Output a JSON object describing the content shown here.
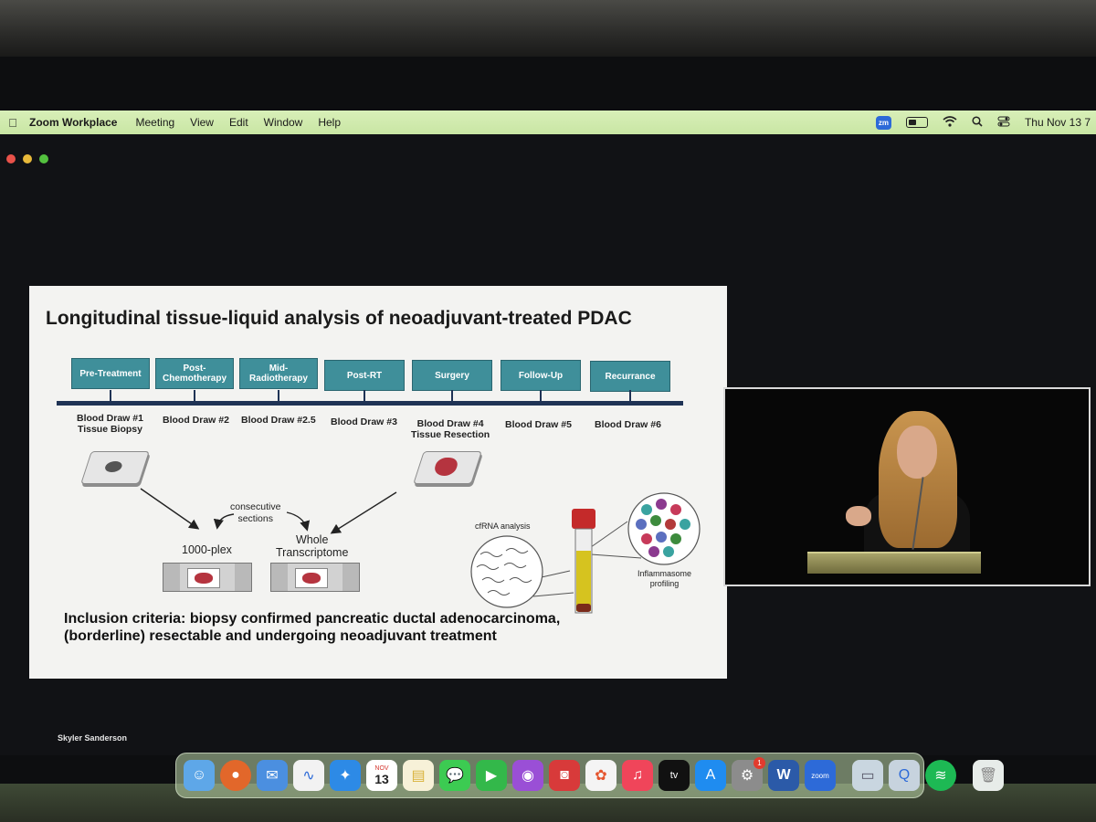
{
  "menubar": {
    "app_name": "Zoom Workplace",
    "items": [
      "Meeting",
      "View",
      "Edit",
      "Window",
      "Help"
    ],
    "clock": "Thu Nov 13  7",
    "zoom_badge": "zm"
  },
  "slide": {
    "title": "Longitudinal tissue-liquid analysis of neoadjuvant-treated PDAC",
    "stages": [
      "Pre-Treatment",
      "Post-\nChemotherapy",
      "Mid-\nRadiotherapy",
      "Post-RT",
      "Surgery",
      "Follow-Up",
      "Recurrance"
    ],
    "draws": [
      "Blood Draw #1\nTissue Biopsy",
      "Blood Draw #2",
      "Blood Draw #2.5",
      "Blood Draw #3",
      "Blood Draw #4\nTissue Resection",
      "Blood Draw #5",
      "Blood Draw #6"
    ],
    "consecutive": "consecutive\nsections",
    "plex": "1000-plex",
    "transcriptome": "Whole\nTranscriptome",
    "cfrna": "cfRNA analysis",
    "inflammasome": "Inflammasome\nprofiling",
    "inclusion": "Inclusion criteria: biopsy confirmed pancreatic ductal adenocarcinoma,\n(borderline) resectable and undergoing neoadjuvant treatment"
  },
  "participant_name": "Skyler Sanderson",
  "dock": {
    "calendar_month": "NOV",
    "calendar_day": "13",
    "system_settings_badge": "1",
    "word_label": "W",
    "zoom_label": "zoom",
    "tv_label": "tv"
  },
  "colors": {
    "menubar": "#cfe9ab",
    "stage_fill": "#3f8f9a",
    "timeline": "#1f3355",
    "tissue": "#b5343f"
  }
}
